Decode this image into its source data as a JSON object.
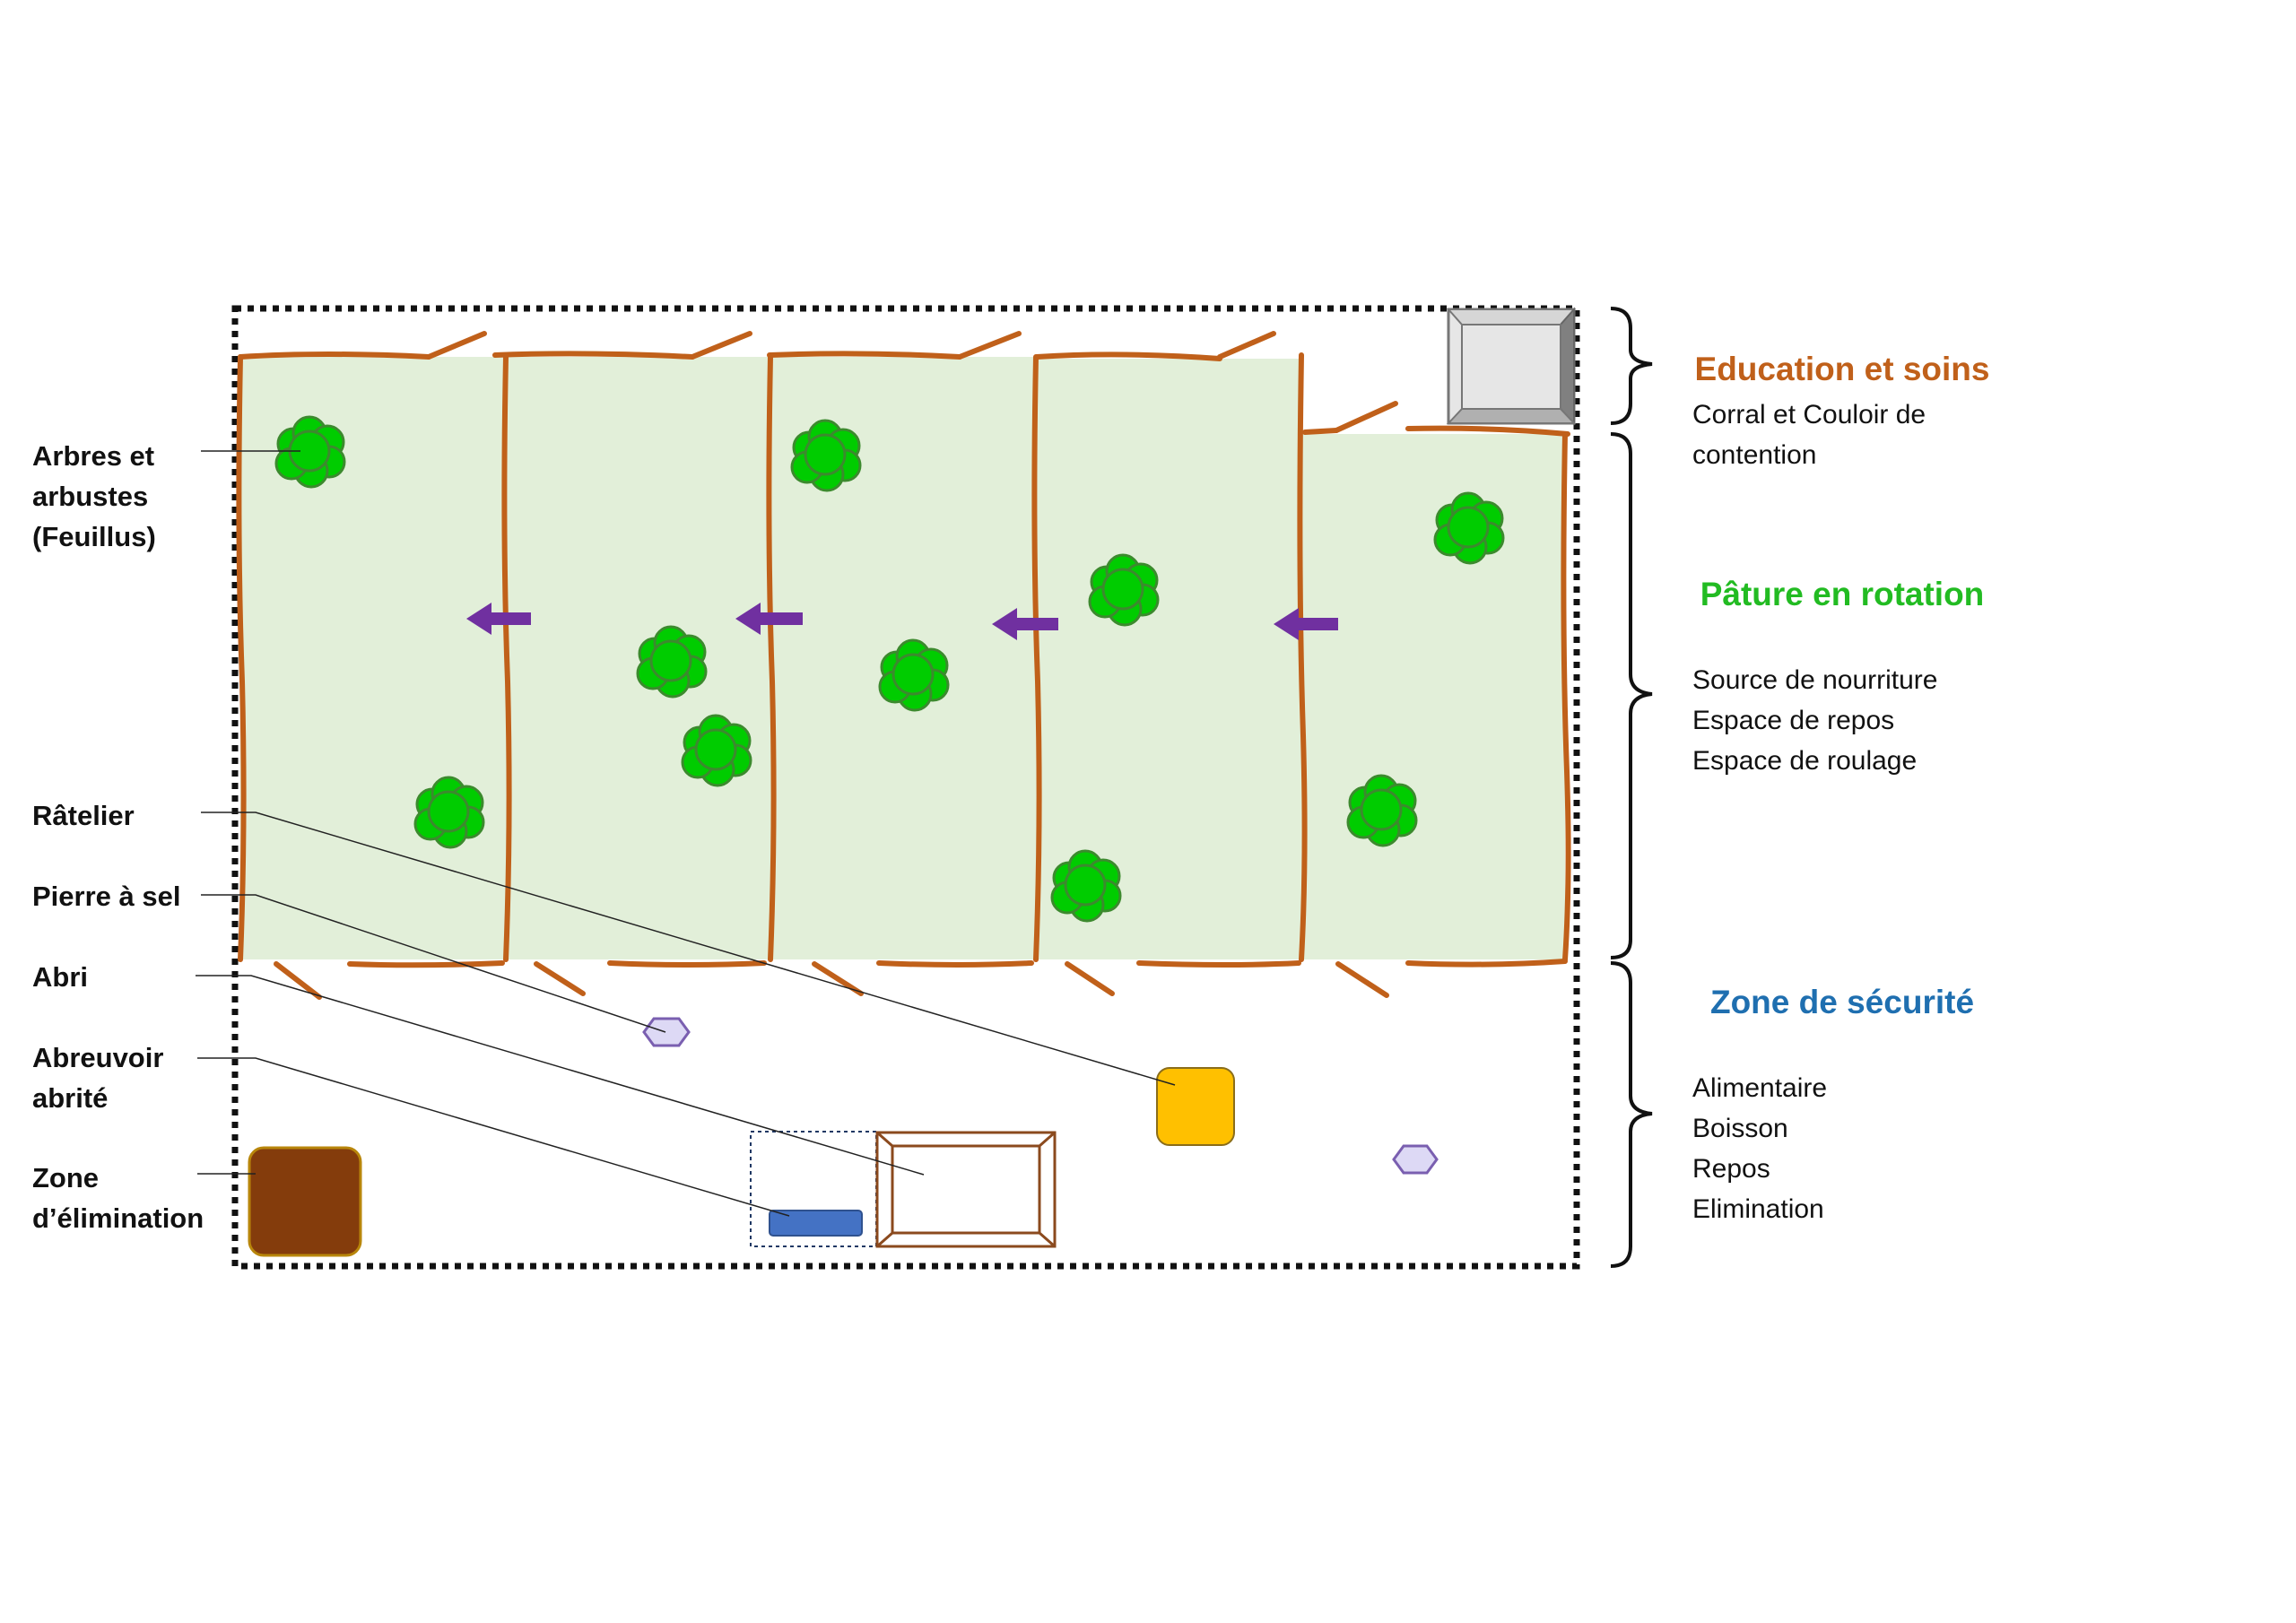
{
  "colors": {
    "fence": "#c0601a",
    "pasture": "#e2efd9",
    "tree": "#00cc00",
    "tree_outline": "#3c8a2e",
    "arrow": "#7030a0",
    "rack": "#ffc000",
    "salt": "#ddd9f5",
    "salt_outline": "#7a5fb0",
    "shelter": "#8b4a1e",
    "trough": "#4472c4",
    "elimination": "#843c0c",
    "corral": "#e6e6e6",
    "education_title": "#c0601a",
    "pasture_title": "#22bb22",
    "security_title": "#1f6fb0"
  },
  "left_labels": {
    "trees": [
      "Arbres et",
      "arbustes",
      "(Feuillus)"
    ],
    "rack": "Râtelier",
    "salt": "Pierre à sel",
    "shelter": "Abri",
    "trough": [
      "Abreuvoir",
      "abrité"
    ],
    "elimination": [
      "Zone",
      "d’élimination"
    ]
  },
  "zones": [
    {
      "title": "Education et soins",
      "title_color": "#c0601a",
      "items": [
        "Corral et Couloir de",
        "contention"
      ]
    },
    {
      "title": "Pâture en rotation",
      "title_color": "#22bb22",
      "items": [
        "Source de nourriture",
        "Espace de repos",
        "Espace de roulage"
      ]
    },
    {
      "title": "Zone de sécurité",
      "title_color": "#1f6fb0",
      "items": [
        "Alimentaire",
        "Boisson",
        "Repos",
        "Elimination"
      ]
    }
  ],
  "icons": {
    "tree": "tree-icon",
    "arrow": "rotation-arrow-icon",
    "salt": "salt-stone-icon",
    "rack": "hay-rack-icon",
    "shelter": "shelter-icon",
    "trough": "water-trough-icon",
    "elimination": "elimination-zone-icon",
    "corral": "corral-icon",
    "brace": "brace-icon"
  }
}
